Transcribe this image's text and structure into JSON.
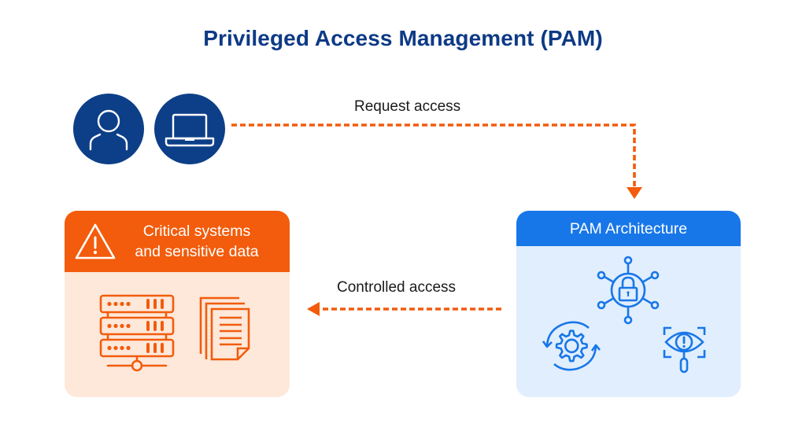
{
  "title": "Privileged Access Management (PAM)",
  "actors": [
    {
      "name": "user",
      "icon": "user-icon"
    },
    {
      "name": "device",
      "icon": "laptop-icon"
    }
  ],
  "flows": {
    "request": {
      "label": "Request access",
      "direction": "actors-to-pam"
    },
    "controlled": {
      "label": "Controlled access",
      "direction": "pam-to-critical-systems"
    }
  },
  "critical_box": {
    "title_line1": "Critical systems",
    "title_line2": "and sensitive data",
    "header_icon": "warning-icon",
    "icons": [
      "server-rack-icon",
      "documents-icon"
    ]
  },
  "pam_box": {
    "title": "PAM Architecture",
    "icons": [
      "network-lock-icon",
      "gear-cycle-icon",
      "eye-alert-scan-icon"
    ]
  },
  "colors": {
    "title": "#0d3a85",
    "actor_circle": "#0d3f88",
    "accent_orange": "#f25c0c",
    "critical_body": "#fde8da",
    "pam_header": "#1877e8",
    "pam_body": "#e1eefd",
    "pam_icon": "#1877e8"
  }
}
